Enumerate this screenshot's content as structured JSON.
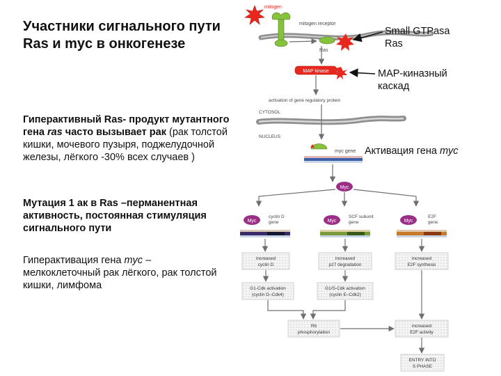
{
  "title": "Участники сигнального пути Ras и myc в онкогенезе",
  "para1": {
    "bold_a": "Гиперактивный Ras- продукт мутантного гена ",
    "ital": "ras",
    "bold_b": " часто вызывает рак",
    "rest": " (рак толстой кишки, мочевого пузыря, поджелудочной железы, лёгкого -30% всех случаев )"
  },
  "para2": {
    "bold": "Мутация 1 ак в Ras –перманентная активность, постоянная стимуляция сигнального пути"
  },
  "para3": {
    "a": "Гиперактивация гена ",
    "ital": "myc",
    "b": " – мелкоклеточный рак лёгкого, рак толстой кишки, лимфома"
  },
  "callouts": {
    "gtpase_line1": "Small GTPasa",
    "gtpase_line2": "Ras",
    "mapk_line1": "MAP-киназный",
    "mapk_line2": "каскад",
    "myc_prefix": "Активация гена ",
    "myc_ital": "myc"
  },
  "diagram": {
    "mitogen": "mitogen",
    "mitogen_receptor": "mitogen receptor",
    "ras": "Ras",
    "map_kinase": "MAP kinase",
    "activation": "activation of gene regulatory protein",
    "cytosol": "CYTOSOL",
    "nucleus": "NUCLEUS",
    "myc_gene": "myc gene",
    "myc": "Myc",
    "cyclin_d_gene_1": "cyclin D",
    "cyclin_d_gene_2": "gene",
    "scf_gene_1": "SCF subunit",
    "scf_gene_2": "gene",
    "e2f_gene_1": "E2F",
    "e2f_gene_2": "gene",
    "box_cyclin_1": "increased",
    "box_cyclin_2": "cyclin D",
    "box_p27_1": "increased",
    "box_p27_2": "p27 degradation",
    "box_e2f_1": "increased",
    "box_e2f_2": "E2F synthesis",
    "box_g1cdk_1": "G1-Cdk activation",
    "box_g1cdk_2": "(cyclin D–Cdk4)",
    "box_g1scdk_1": "G1/S-Cdk activation",
    "box_g1scdk_2": "(cyclin E–Cdk2)",
    "box_rb_1": "Rb",
    "box_rb_2": "phosphorylation",
    "box_e2fact_1": "increased",
    "box_e2fact_2": "E2F activity",
    "box_entry_1": "ENTRY INTO",
    "box_entry_2": "S PHASE"
  },
  "colors": {
    "mitogen_red": "#e8281e",
    "receptor_green": "#86c23b",
    "map_kinase_red": "#e8281e",
    "myc_purple": "#9b2f86",
    "membrane_gray": "#8f8f8f",
    "arrow_gray": "#6f6f6f"
  }
}
